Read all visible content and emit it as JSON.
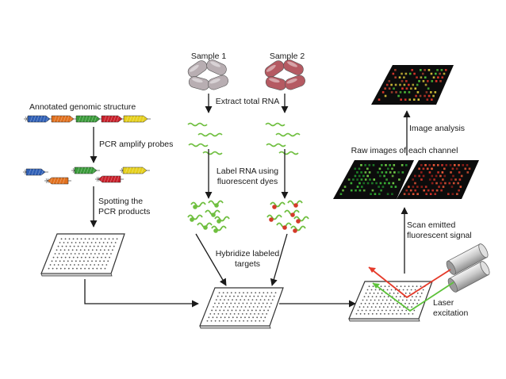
{
  "labels": {
    "sample1": "Sample 1",
    "sample2": "Sample 2",
    "extract": "Extract total RNA",
    "label_rna_1": "Label RNA using",
    "label_rna_2": "fluorescent dyes",
    "hybridize_1": "Hybridize labeled",
    "hybridize_2": "targets",
    "annotated": "Annotated genomic structure",
    "pcr_amplify": "PCR amplify probes",
    "spotting_1": "Spotting the",
    "spotting_2": "PCR products",
    "image_analysis": "Image analysis",
    "raw_images": "Raw images of each channel",
    "scan_1": "Scan emitted",
    "scan_2": "fluorescent signal",
    "laser_1": "Laser",
    "laser_2": "excitation"
  },
  "colors": {
    "arrow": "#1a1a1a",
    "sample1_cell": "#b8aeb2",
    "sample2_cell": "#b55a62",
    "rna_green": "#6fbf3f",
    "dye_red": "#d43a2a",
    "gene_blue": "#2f5fb5",
    "gene_orange": "#e0701e",
    "gene_green": "#3a9a3a",
    "gene_red": "#c8202a",
    "gene_yellow": "#e5cf1c",
    "chip_background": "#0c0c0c",
    "laser_red": "#e53a2a",
    "laser_green": "#5dc23a"
  }
}
